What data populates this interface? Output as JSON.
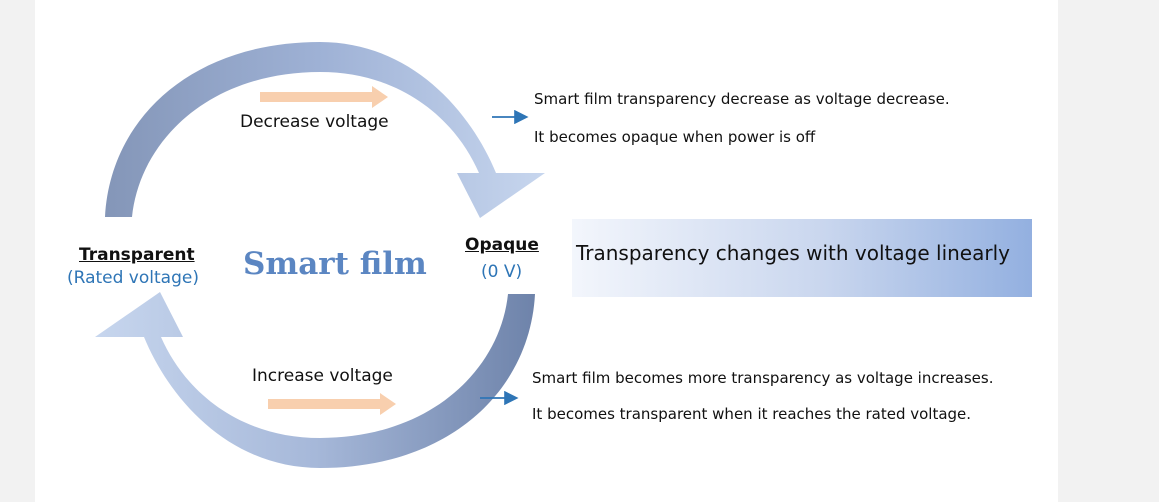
{
  "diagram": {
    "center_title": "Smart film",
    "states": {
      "transparent": {
        "title": "Transparent",
        "subtitle": "(Rated voltage)"
      },
      "opaque": {
        "title": "Opaque",
        "subtitle": "(0 V)"
      }
    },
    "transitions": {
      "decrease": {
        "label": "Decrease voltage"
      },
      "increase": {
        "label": "Increase voltage"
      }
    },
    "notes": {
      "top": [
        "Smart film transparency decrease as voltage decrease.",
        "It becomes opaque when power is off"
      ],
      "bottom": [
        "Smart film becomes more transparency as voltage increases.",
        "It becomes transparent when it reaches the rated voltage."
      ]
    },
    "banner": {
      "text": "Transparency changes with voltage linearly"
    },
    "colors": {
      "arc_dark": "#7186ad",
      "arc_light": "#c4d4ee",
      "small_arrow": "#f8cfae",
      "pointer_arrow": "#2e75b6",
      "state_subtitle": "#2e75b6",
      "center_title": "#5b86c2"
    }
  }
}
